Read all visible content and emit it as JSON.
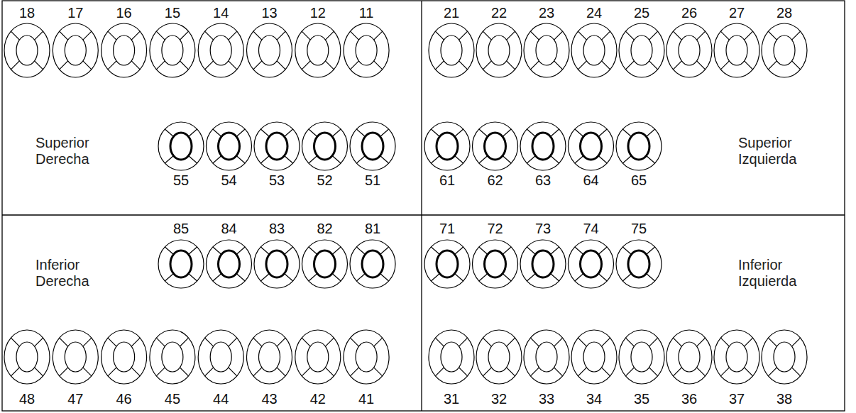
{
  "diagram": {
    "labels": [
      "18",
      "17",
      "16",
      "15",
      "14",
      "13",
      "12",
      "11",
      "21",
      "22",
      "23",
      "24",
      "25",
      "26",
      "27",
      "28",
      "Superior Derecha",
      "Superior Izquierda",
      "55",
      "54",
      "53",
      "52",
      "51",
      "61",
      "62",
      "63",
      "64",
      "65",
      "85",
      "84",
      "83",
      "82",
      "81",
      "71",
      "72",
      "73",
      "74",
      "75",
      "Inferior Derecha",
      "Inferior Izquierda",
      "48",
      "47",
      "46",
      "45",
      "44",
      "43",
      "42",
      "41",
      "31",
      "32",
      "33",
      "34",
      "35",
      "36",
      "37",
      "38"
    ]
  }
}
